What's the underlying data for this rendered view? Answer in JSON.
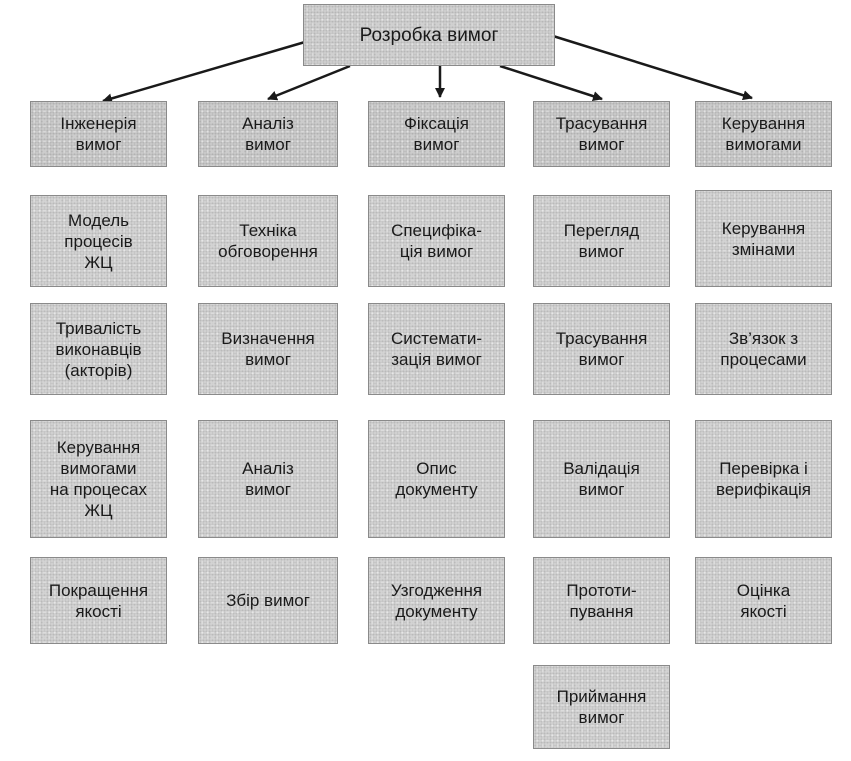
{
  "diagram": {
    "root": "Розробка вимог",
    "columns": [
      {
        "header": "Інженерія\nвимог",
        "items": [
          "Модель\nпроцесів\nЖЦ",
          "Тривалість\nвиконавців\n(акторів)",
          "Керування\nвимогами\nна процесах\nЖЦ",
          "Покращення\nякості"
        ]
      },
      {
        "header": "Аналіз\nвимог",
        "items": [
          "Техніка\nобговорення",
          "Визначення\nвимог",
          "Аналіз\nвимог",
          "Збір вимог"
        ]
      },
      {
        "header": "Фіксація\nвимог",
        "items": [
          "Специфіка-\nція вимог",
          "Системати-\nзація вимог",
          "Опис\nдокументу",
          "Узгодження\nдокументу"
        ]
      },
      {
        "header": "Трасування\nвимог",
        "items": [
          "Перегляд\nвимог",
          "Трасування\nвимог",
          "Валідація\nвимог",
          "Прототи-\nпування",
          "Приймання\nвимог"
        ]
      },
      {
        "header": "Керування\nвимогами",
        "items": [
          "Керування\nзмінами",
          "Зв’язок з\nпроцесами",
          "Перевірка і\nверифікація",
          "Оцінка\nякості"
        ]
      }
    ]
  }
}
